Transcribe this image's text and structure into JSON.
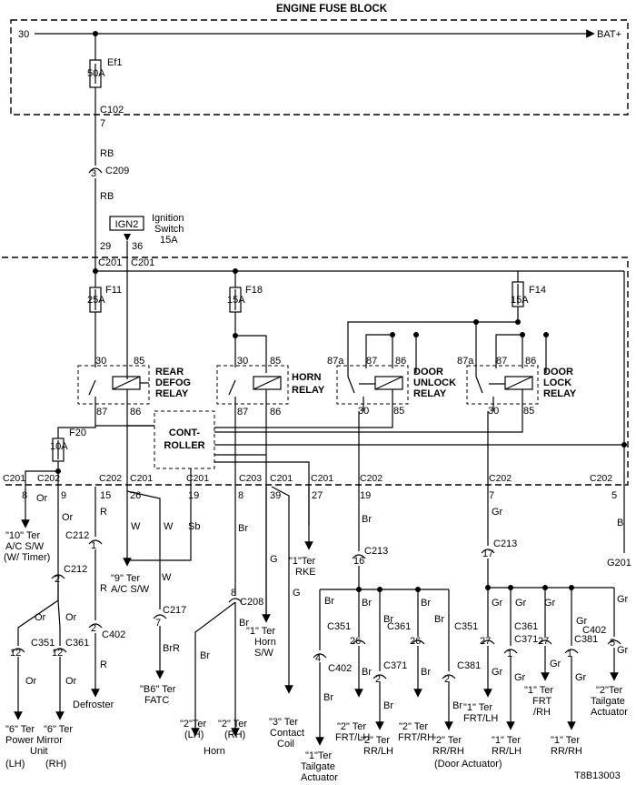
{
  "title": "ENGINE FUSE BLOCK",
  "power": {
    "left": "30",
    "right": "BAT+"
  },
  "fuses": {
    "ef1": {
      "name": "Ef1",
      "rating": "50A"
    },
    "f11": {
      "name": "F11",
      "rating": "25A"
    },
    "f18": {
      "name": "F18",
      "rating": "15A"
    },
    "f14": {
      "name": "F14",
      "rating": "15A"
    },
    "f20": {
      "name": "F20",
      "rating": "10A"
    }
  },
  "ignition": {
    "box": "IGN2",
    "label1": "Ignition",
    "label2": "Switch",
    "label3": "15A"
  },
  "relays": {
    "rear_defog": {
      "l1": "REAR",
      "l2": "DEFOG",
      "l3": "RELAY"
    },
    "horn": {
      "l1": "HORN",
      "l2": "RELAY"
    },
    "door_unlock": {
      "l1": "DOOR",
      "l2": "UNLOCK",
      "l3": "RELAY"
    },
    "door_lock": {
      "l1": "DOOR",
      "l2": "LOCK",
      "l3": "RELAY"
    }
  },
  "controller": {
    "l1": "CONT-",
    "l2": "ROLLER"
  },
  "pins": {
    "p7": "7",
    "p29": "29",
    "p36": "36",
    "p30": "30",
    "p85": "85",
    "p87": "87",
    "p86": "86",
    "p87a": "87a",
    "p8": "8",
    "p9": "9",
    "p15": "15",
    "p26": "26",
    "p19": "19",
    "p39": "39",
    "p27": "27",
    "p5": "5",
    "p4": "4",
    "p2": "2",
    "p3": "3",
    "p12": "12",
    "p16": "16",
    "p17": "17",
    "p1": "1"
  },
  "connectors": {
    "c102": "C102",
    "c209": "C209",
    "c201": "C201",
    "c202": "C202",
    "c203": "C203",
    "c212": "C212",
    "c402": "C402",
    "c217": "C217",
    "c208": "C208",
    "c213": "C213",
    "c351": "C351",
    "c361": "C361",
    "c371": "C371",
    "c381": "C381"
  },
  "wires": {
    "rb": "RB",
    "or": "Or",
    "r": "R",
    "w": "W",
    "sb": "Sb",
    "br": "Br",
    "g": "G",
    "gr": "Gr",
    "b": "B",
    "brr": "BrR"
  },
  "ground": "G201",
  "loads": {
    "ac_timer": {
      "l1": "\"10\" Ter",
      "l2": "A/C S/W",
      "l3": "(W/ Timer)"
    },
    "ac_sw": {
      "l1": "\"9\" Ter",
      "l2": "A/C S/W"
    },
    "fatc": {
      "l1": "\"B6\" Ter",
      "l2": "FATC"
    },
    "rke": {
      "l1": "\"1\"Ter",
      "l2": "RKE"
    },
    "defroster": "Defroster",
    "mirror": {
      "l1": "\"6\" Ter",
      "l1b": "\"6\" Ter",
      "l2": "Power Mirror",
      "l3": "Unit",
      "l4": "(LH)",
      "l4b": "(RH)"
    },
    "horn_lh": {
      "l1": "\"2\"Ter",
      "l2": "(LH)"
    },
    "horn_rh": {
      "l1": "\"2\" Ter",
      "l2": "(RH)"
    },
    "horn": "Horn",
    "horn_sw": {
      "l1": "\"1\" Ter",
      "l2": "Horn",
      "l3": "S/W"
    },
    "contact_coil": {
      "l1": "\"3\" Ter",
      "l2": "Contact",
      "l3": "Coil"
    },
    "tailgate_1": {
      "l1": "\"1\"Ter",
      "l2": "Tailgate",
      "l3": "Actuator"
    },
    "frt_lh_2": {
      "l1": "\"2\" Ter",
      "l2": "FRT/LH"
    },
    "frt_rh_2": {
      "l1": "\"2\" Ter",
      "l2": "FRT/RH"
    },
    "rr_lh_2": {
      "l1": "\"2\" Ter",
      "l2": "RR/LH"
    },
    "rr_rh_2": {
      "l1": "\"2\" Ter",
      "l2": "RR/RH"
    },
    "door_actuator": "(Door Actuator)",
    "frt_lh_1": {
      "l1": "\"1\" Ter",
      "l2": "FRT/LH"
    },
    "frt_rh_1": {
      "l1": "\"1\" Ter",
      "l2": "FRT",
      "l3": "/RH"
    },
    "rr_lh_1": {
      "l1": "\"1\" Ter",
      "l2": "RR/LH"
    },
    "rr_rh_1": {
      "l1": "\"1\" Ter",
      "l2": "RR/RH"
    },
    "tailgate_2": {
      "l1": "\"2\"Ter",
      "l2": "Tailgate",
      "l3": "Actuator"
    }
  },
  "code": "T8B13003"
}
